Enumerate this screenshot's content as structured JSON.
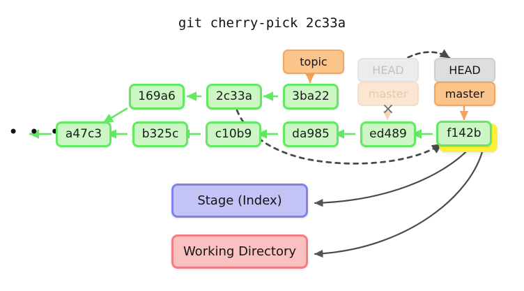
{
  "title": "git cherry-pick 2c33a",
  "background": "#ffffff",
  "colors": {
    "commit_fill": "#ccf7c4",
    "commit_border": "#63e862",
    "branch_fill": "#fbc48a",
    "branch_border": "#f5a45c",
    "head_fill": "#dedede",
    "head_border": "#cfcfcf",
    "highlight": "#fdf03a",
    "stage_fill": "#c3c3f7",
    "stage_border": "#8080ee",
    "workdir_fill": "#fbc0c0",
    "workdir_border": "#f37b84",
    "arrow_gray": "#555555",
    "arrow_green": "#63e862",
    "arrow_orange": "#f0a35c"
  },
  "ellipsis": "• • •",
  "commits": {
    "bottom_row": [
      {
        "id": "a47c3",
        "label": "a47c3"
      },
      {
        "id": "b325c",
        "label": "b325c"
      },
      {
        "id": "c10b9",
        "label": "c10b9"
      },
      {
        "id": "da985",
        "label": "da985"
      },
      {
        "id": "ed489",
        "label": "ed489"
      },
      {
        "id": "f142b",
        "label": "f142b",
        "highlighted": true
      }
    ],
    "top_row": [
      {
        "id": "169a6",
        "label": "169a6"
      },
      {
        "id": "2c33a",
        "label": "2c33a"
      },
      {
        "id": "3ba22",
        "label": "3ba22"
      }
    ]
  },
  "labels": {
    "topic": "topic",
    "head_old": "HEAD",
    "master_old": "master",
    "head_new": "HEAD",
    "master_new": "master"
  },
  "zones": {
    "stage": "Stage (Index)",
    "working_directory": "Working Directory"
  },
  "annotations": {
    "cross_mark": "×"
  }
}
